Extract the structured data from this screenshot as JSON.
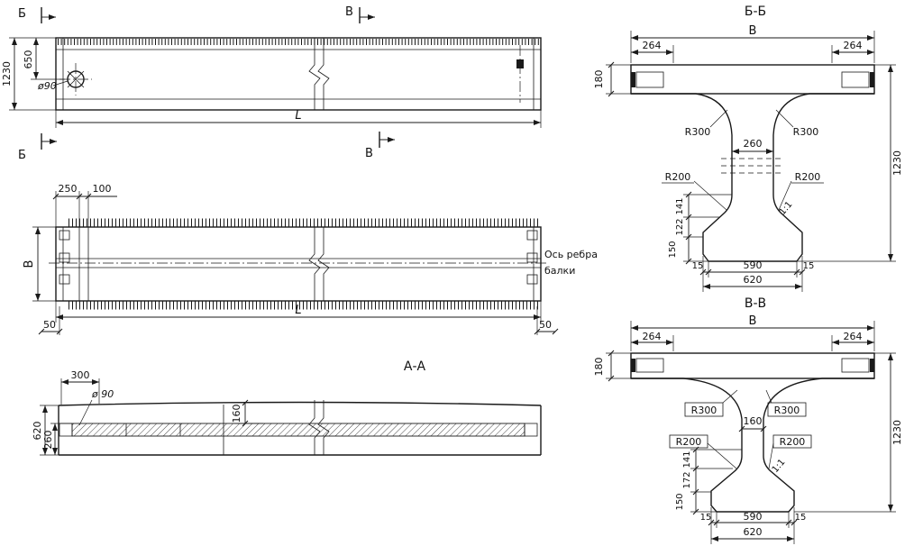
{
  "drawing": {
    "elevation": {
      "marker_top_b": "Б",
      "marker_top_v": "В",
      "marker_bottom_b": "Б",
      "marker_bottom_v": "В",
      "dim_height": "1230",
      "dim_650": "650",
      "dim_hole": "ø90",
      "dim_length": "L"
    },
    "plan": {
      "dim_250": "250",
      "dim_100": "100",
      "dim_width": "В",
      "dim_length": "L",
      "dim_50_left": "50",
      "dim_50_right": "50",
      "axis_line1": "Ось ребра",
      "axis_line2": "балки"
    },
    "section_aa": {
      "title": "А-А",
      "dim_300": "300",
      "dim_hole": "ø 90",
      "dim_160": "160",
      "dim_620": "620",
      "dim_260": "260"
    },
    "section_bb": {
      "title": "Б-Б",
      "dim_width": "В",
      "dim_264_left": "264",
      "dim_264_right": "264",
      "dim_180": "180",
      "r300_left": "R300",
      "r300_right": "R300",
      "dim_web": "260",
      "r200_left": "R200",
      "r200_right": "R200",
      "dim_141": "141",
      "dim_122": "122",
      "dim_150": "150",
      "slope": "1:1",
      "dim_height": "1230",
      "dim_15_left": "15",
      "dim_590": "590",
      "dim_15_right": "15",
      "dim_620": "620"
    },
    "section_vv": {
      "title": "В-В",
      "dim_width": "В",
      "dim_264_left": "264",
      "dim_264_right": "264",
      "dim_180": "180",
      "r300_left": "R300",
      "r300_right": "R300",
      "dim_web": "160",
      "r200_left": "R200",
      "r200_right": "R200",
      "dim_141": "141",
      "dim_172": "172",
      "dim_150": "150",
      "slope": "1:1",
      "dim_height": "1230",
      "dim_15_left": "15",
      "dim_590": "590",
      "dim_15_right": "15",
      "dim_620": "620"
    }
  }
}
